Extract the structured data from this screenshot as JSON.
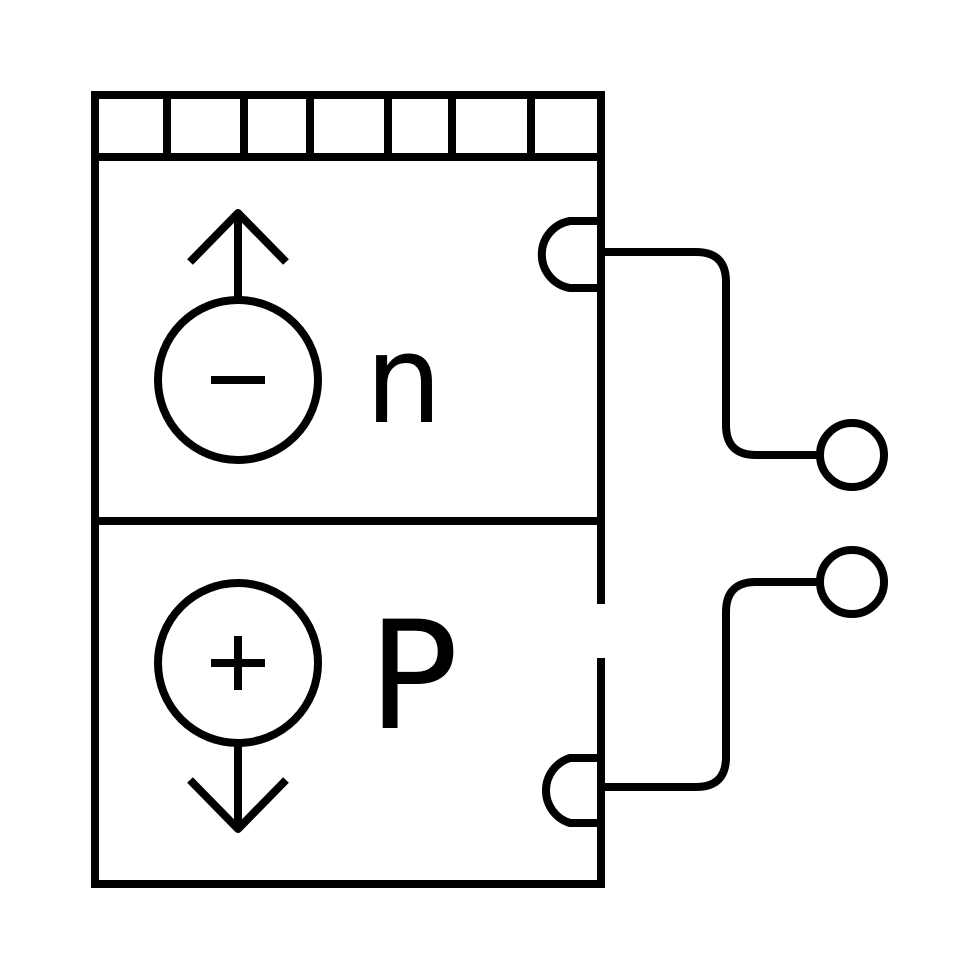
{
  "diagram": {
    "n_region": {
      "letter": "n",
      "charge_symbol": "minus-icon",
      "motion": "arrow-up-icon"
    },
    "p_region": {
      "letter": "P",
      "charge_symbol": "plus-icon",
      "motion": "arrow-down-icon"
    },
    "top_cells": 7,
    "terminals": 2,
    "colors": {
      "line": "#000000",
      "background": "#ffffff"
    }
  }
}
